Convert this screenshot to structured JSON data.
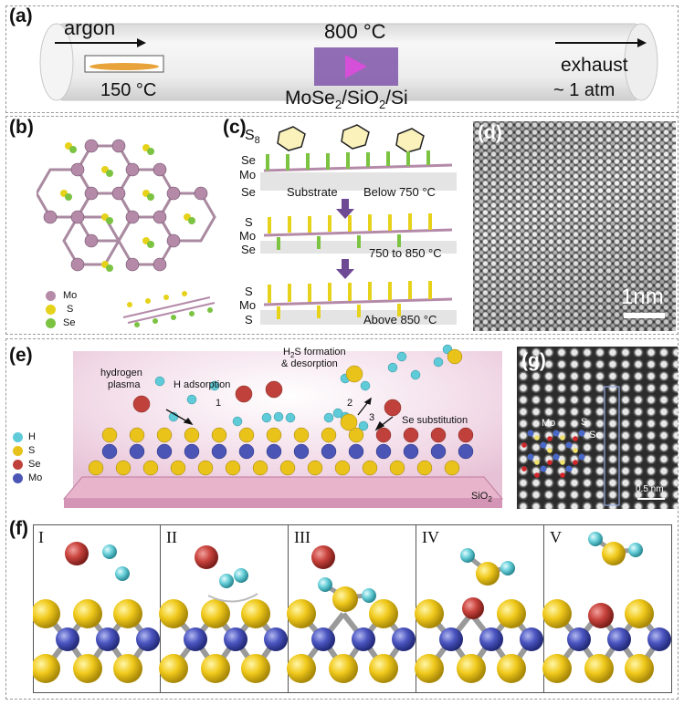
{
  "panels": {
    "a": "(a)",
    "b": "(b)",
    "c": "(c)",
    "d": "(d)",
    "e": "(e)",
    "f": "(f)",
    "g": "(g)"
  },
  "a": {
    "argon": "argon",
    "temp_low": "150 °C",
    "temp_high": "800 °C",
    "sample_main": "MoSe",
    "sample_sub1": "2",
    "sample_mid": "/SiO",
    "sample_sub2": "2",
    "sample_end": "/Si",
    "exhaust": "exhaust",
    "pressure": "~ 1 atm"
  },
  "b": {
    "legend": [
      {
        "label": "Mo",
        "color": "#b48aa8"
      },
      {
        "label": "S",
        "color": "#e6d21a"
      },
      {
        "label": "Se",
        "color": "#7bc341"
      }
    ]
  },
  "c": {
    "s8": "S",
    "s8_sub": "8",
    "rows": [
      {
        "layers": [
          "Se",
          "Mo",
          "Se"
        ],
        "note": "Below 750 °C",
        "extra": "Substrate"
      },
      {
        "layers": [
          "S",
          "Mo",
          "Se"
        ],
        "note": "750 to 850 °C",
        "extra": ""
      },
      {
        "layers": [
          "S",
          "Mo",
          "S"
        ],
        "note": "Above 850 °C",
        "extra": ""
      }
    ]
  },
  "d": {
    "scale": "1nm"
  },
  "e": {
    "plasma": [
      "hydrogen",
      "plasma"
    ],
    "h_ads": "H adsorption",
    "h2s_1": "H",
    "h2s_sub": "2",
    "h2s_2": "S formation",
    "h2s_3": "& desorption",
    "se_sub": "Se substitution",
    "steps": [
      "1",
      "2",
      "3"
    ],
    "substrate": "SiO",
    "substrate_sub": "2",
    "legend": [
      {
        "label": "H",
        "color": "#5fcbd8"
      },
      {
        "label": "S",
        "color": "#e6c21a"
      },
      {
        "label": "Se",
        "color": "#c0413b"
      },
      {
        "label": "Mo",
        "color": "#4a55b5"
      }
    ]
  },
  "g": {
    "mo": "Mo",
    "s": "S",
    "se": "Se",
    "scale": "0.5 nm"
  },
  "f": {
    "stages": [
      "I",
      "II",
      "III",
      "IV",
      "V"
    ]
  }
}
